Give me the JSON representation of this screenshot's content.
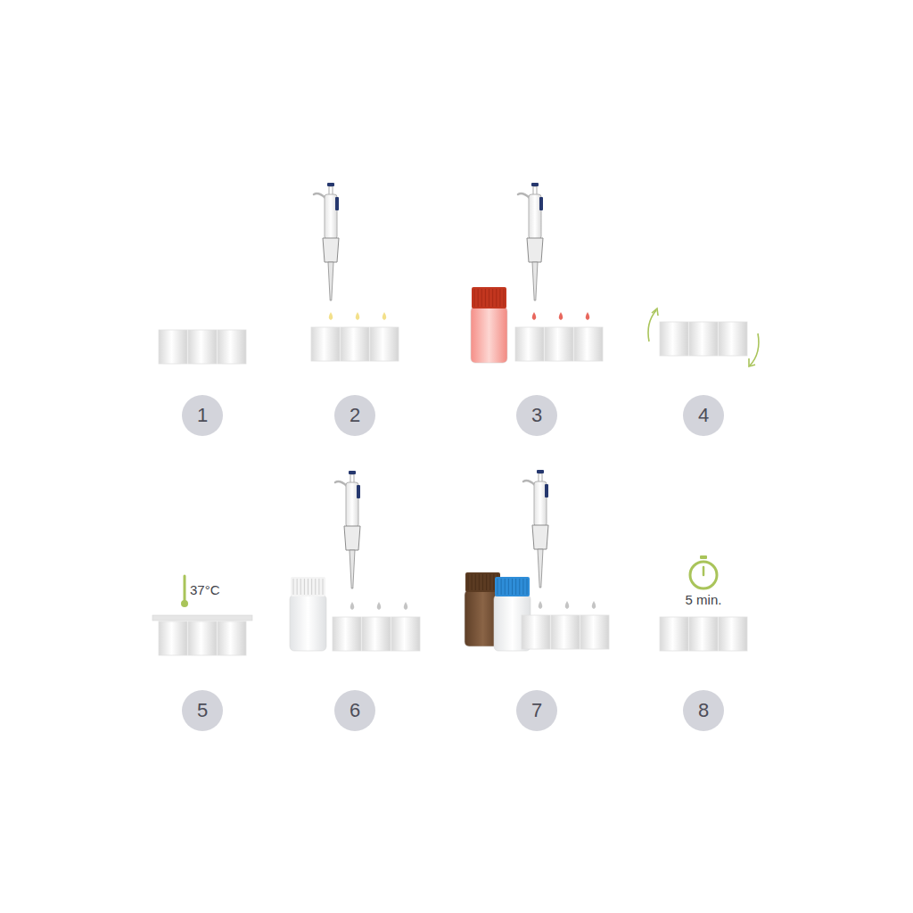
{
  "diagram": {
    "nodes": [
      {
        "text": [
          "1"
        ]
      },
      {
        "text": [
          "2"
        ]
      },
      {
        "text": [
          "3"
        ]
      },
      {
        "text": [
          "4"
        ]
      },
      {
        "text": [
          "5"
        ]
      },
      {
        "text": [
          "6"
        ]
      },
      {
        "text": [
          "7"
        ]
      },
      {
        "text": [
          "8"
        ]
      }
    ],
    "labels": [
      "37°C",
      "5 min."
    ]
  }
}
